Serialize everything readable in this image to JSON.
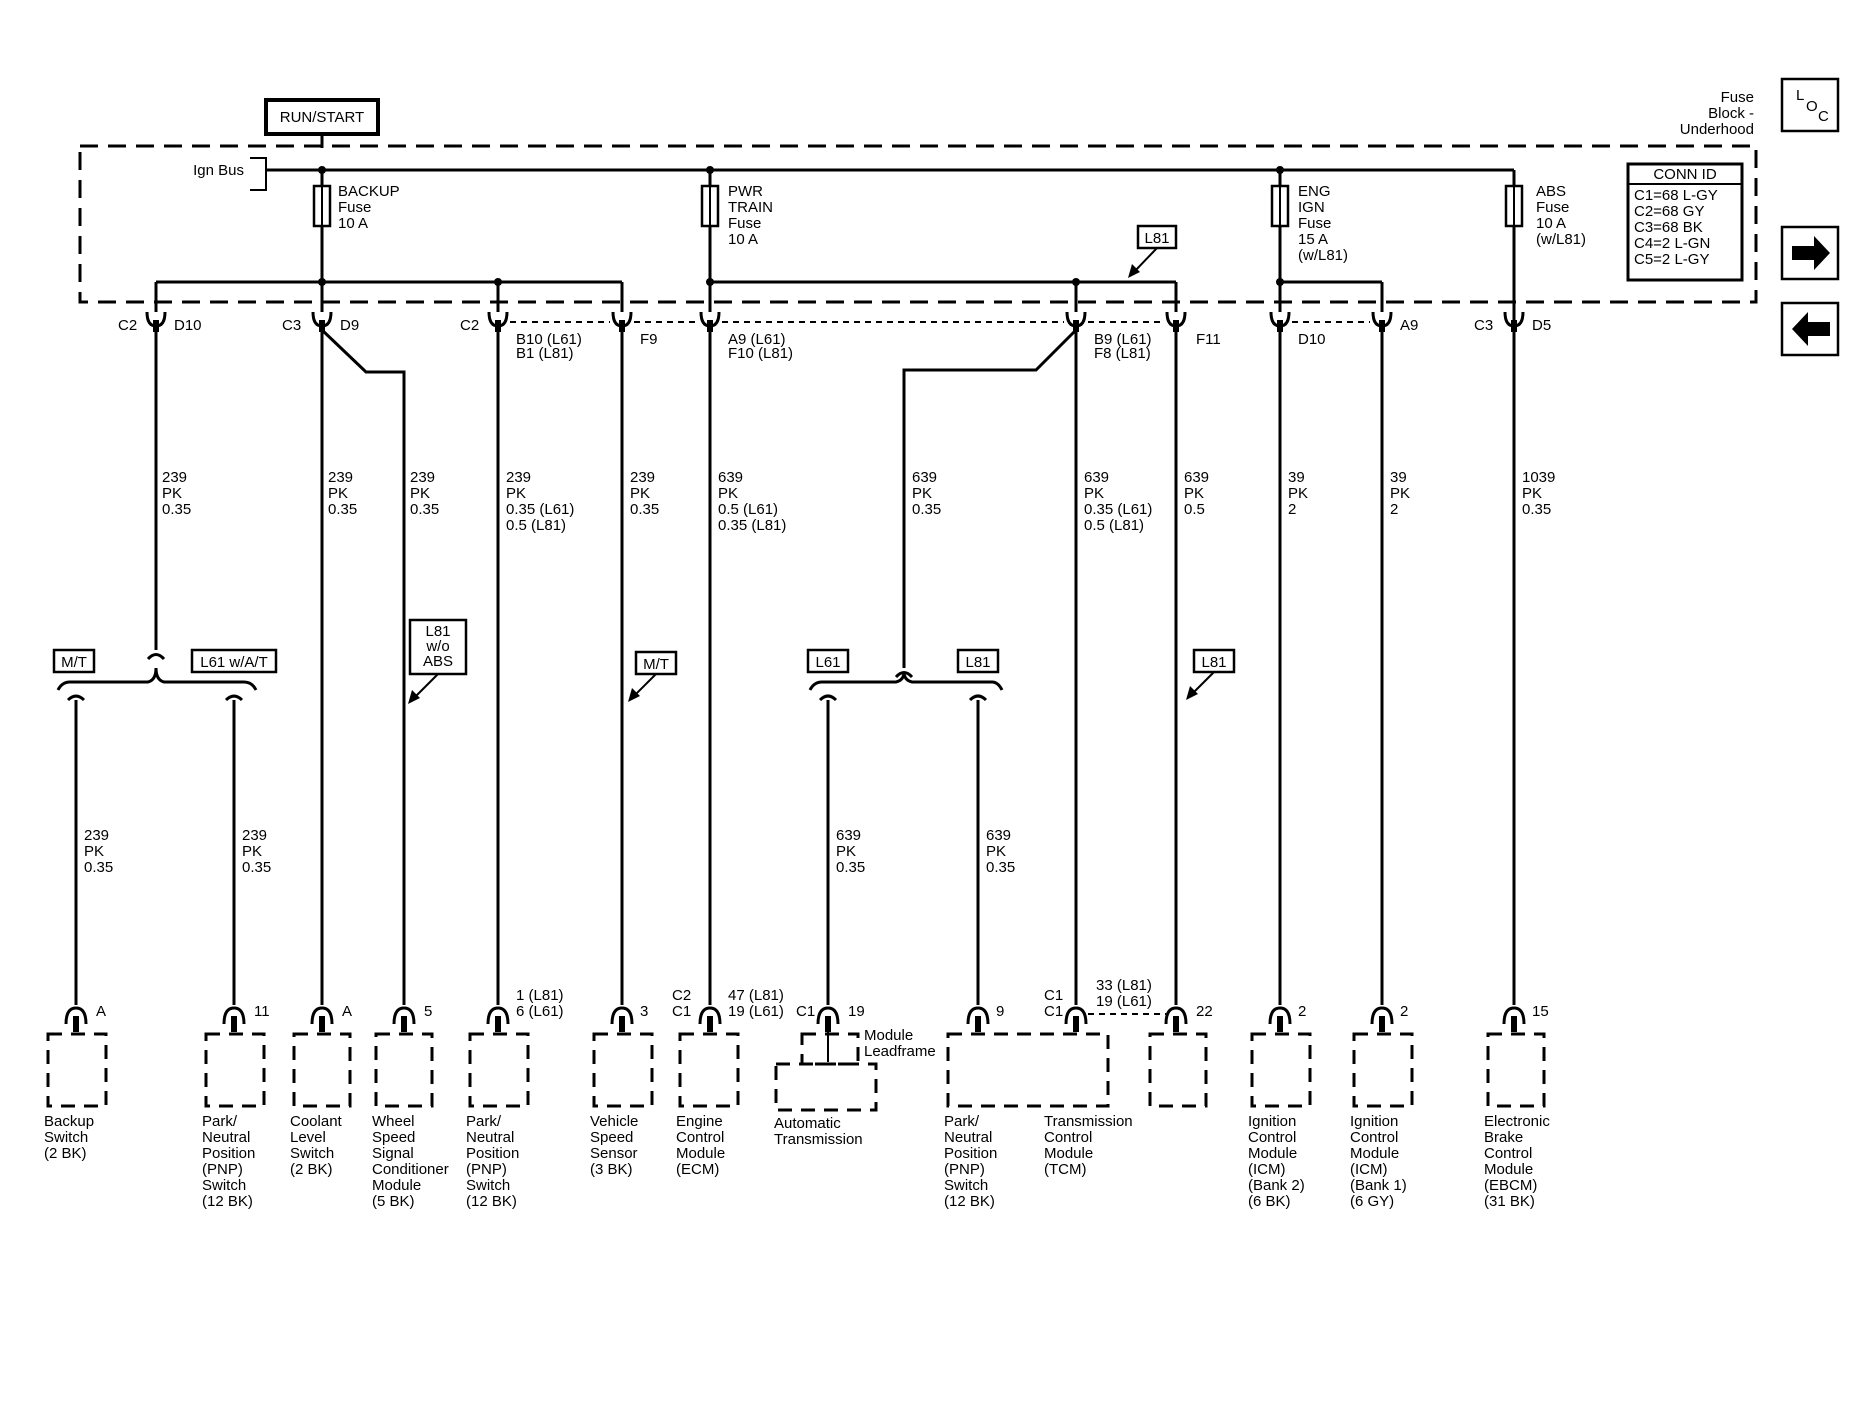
{
  "run_start": "RUN/START",
  "ign_bus": "Ign Bus",
  "fuse_block": [
    "Fuse",
    "Block -",
    "Underhood"
  ],
  "loc": {
    "l": "L",
    "o": "O",
    "c": "C"
  },
  "conn_id": {
    "title": "CONN ID",
    "items": [
      "C1=68 L-GY",
      "C2=68 GY",
      "C3=68 BK",
      "C4=2 L-GN",
      "C5=2 L-GY"
    ]
  },
  "fuses": {
    "backup": [
      "BACKUP",
      "Fuse",
      "10 A"
    ],
    "pwr_train": [
      "PWR",
      "TRAIN",
      "Fuse",
      "10 A"
    ],
    "eng_ign": [
      "ENG",
      "IGN",
      "Fuse",
      "15 A",
      "(w/L81)"
    ],
    "abs": [
      "ABS",
      "Fuse",
      "10 A",
      "(w/L81)"
    ]
  },
  "nav": {
    "forward": "forward-arrow",
    "back": "back-arrow"
  },
  "option_tags": {
    "l81_top": "L81",
    "mt_left": "M/T",
    "l61_wat": "L61 w/A/T",
    "l81_wo_abs": [
      "L81",
      "w/o",
      "ABS"
    ],
    "mt_mid": "M/T",
    "l61_mid": "L61",
    "l81_mid": "L81",
    "l81_right": "L81"
  },
  "connectors": {
    "c2": "C2",
    "d10a": "D10",
    "c3": "C3",
    "d9": "D9",
    "c2b": "C2",
    "b10b1": [
      "B10 (L61)",
      "B1 (L81)"
    ],
    "f9": "F9",
    "a9f10": [
      "A9 (L61)",
      "F10 (L81)"
    ],
    "b9f8": [
      "B9 (L61)",
      "F8 (L81)"
    ],
    "f11": "F11",
    "d10b": "D10",
    "a9": "A9",
    "c3b": "C3",
    "d5": "D5"
  },
  "wires_upper": [
    [
      "239",
      "PK",
      "0.35"
    ],
    [
      "239",
      "PK",
      "0.35"
    ],
    [
      "239",
      "PK",
      "0.35"
    ],
    [
      "239",
      "PK",
      "0.35 (L61)",
      "0.5 (L81)"
    ],
    [
      "239",
      "PK",
      "0.35"
    ],
    [
      "639",
      "PK",
      "0.5 (L61)",
      "0.35 (L81)"
    ],
    [
      "639",
      "PK",
      "0.35"
    ],
    [
      "639",
      "PK",
      "0.35 (L61)",
      "0.5 (L81)"
    ],
    [
      "639",
      "PK",
      "0.5"
    ],
    [
      "39",
      "PK",
      "2"
    ],
    [
      "39",
      "PK",
      "2"
    ],
    [
      "1039",
      "PK",
      "0.35"
    ]
  ],
  "wires_lower": [
    [
      "239",
      "PK",
      "0.35"
    ],
    [
      "239",
      "PK",
      "0.35"
    ],
    [
      "639",
      "PK",
      "0.35"
    ],
    [
      "639",
      "PK",
      "0.35"
    ]
  ],
  "pins": {
    "backup": "A",
    "pnp1": "11",
    "coolant": "A",
    "wssc": "5",
    "pnp2": [
      "1 (L81)",
      "6 (L61)"
    ],
    "vss": "3",
    "ecm_conn": [
      "C2",
      "C1"
    ],
    "ecm_pin": [
      "47 (L81)",
      "19 (L61)"
    ],
    "leadframe_conn": "C1",
    "leadframe_pin": "19",
    "pnp3": "9",
    "tcm_conn": [
      "C1",
      "C1"
    ],
    "tcm_pin": [
      "33 (L81)",
      "19 (L61)"
    ],
    "p22": "22",
    "icm2": "2",
    "icm1": "2",
    "ebcm": "15"
  },
  "components": {
    "backup": [
      "Backup",
      "Switch",
      "(2 BK)"
    ],
    "pnp1": [
      "Park/",
      "Neutral",
      "Position",
      "(PNP)",
      "Switch",
      "(12 BK)"
    ],
    "coolant": [
      "Coolant",
      "Level",
      "Switch",
      "(2 BK)"
    ],
    "wssc": [
      "Wheel",
      "Speed",
      "Signal",
      "Conditioner",
      "Module",
      "(5 BK)"
    ],
    "pnp2": [
      "Park/",
      "Neutral",
      "Position",
      "(PNP)",
      "Switch",
      "(12 BK)"
    ],
    "vss": [
      "Vehicle",
      "Speed",
      "Sensor",
      "(3 BK)"
    ],
    "ecm": [
      "Engine",
      "Control",
      "Module",
      "(ECM)"
    ],
    "leadframe": [
      "Module",
      "Leadframe"
    ],
    "auto_trans": [
      "Automatic",
      "Transmission"
    ],
    "pnp3": [
      "Park/",
      "Neutral",
      "Position",
      "(PNP)",
      "Switch",
      "(12 BK)"
    ],
    "tcm": [
      "Transmission",
      "Control",
      "Module",
      "(TCM)"
    ],
    "icm2": [
      "Ignition",
      "Control",
      "Module",
      "(ICM)",
      "(Bank 2)",
      "(6 BK)"
    ],
    "icm1": [
      "Ignition",
      "Control",
      "Module",
      "(ICM)",
      "(Bank 1)",
      "(6 GY)"
    ],
    "ebcm": [
      "Electronic",
      "Brake",
      "Control",
      "Module",
      "(EBCM)",
      "(31 BK)"
    ]
  }
}
